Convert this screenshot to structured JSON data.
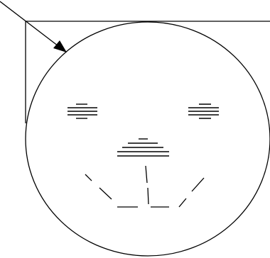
{
  "diagram": {
    "ink_color": "#000000",
    "background_color": "#ffffff",
    "elements": [
      "pointer-arrow",
      "background-rectangle",
      "face-circle",
      "left-eye-stripes",
      "right-eye-stripes",
      "nose-stripes",
      "mouth-dashes"
    ]
  }
}
